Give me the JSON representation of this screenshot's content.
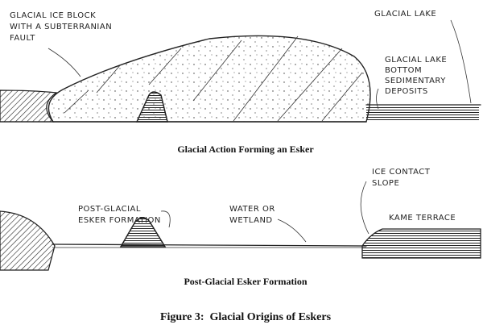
{
  "top": {
    "ice_block_label": [
      "GLACIAL ICE BLOCK",
      "WITH A SUBTERRANIAN",
      "FAULT"
    ],
    "lake_label": "GLACIAL LAKE",
    "deposits_label": [
      "GLACIAL LAKE",
      "BOTTOM",
      "SEDIMENTARY",
      "DEPOSITS"
    ],
    "caption": "Glacial Action Forming an Esker"
  },
  "bottom": {
    "esker_label": [
      "POST-GLACIAL",
      "ESKER FORMATION"
    ],
    "water_label": [
      "WATER OR",
      "WETLAND"
    ],
    "slope_label": [
      "ICE CONTACT",
      "SLOPE"
    ],
    "kame_label": "KAME TERRACE",
    "caption": "Post-Glacial Esker Formation"
  },
  "figure_caption": "Figure 3:  Glacial Origins of Eskers"
}
